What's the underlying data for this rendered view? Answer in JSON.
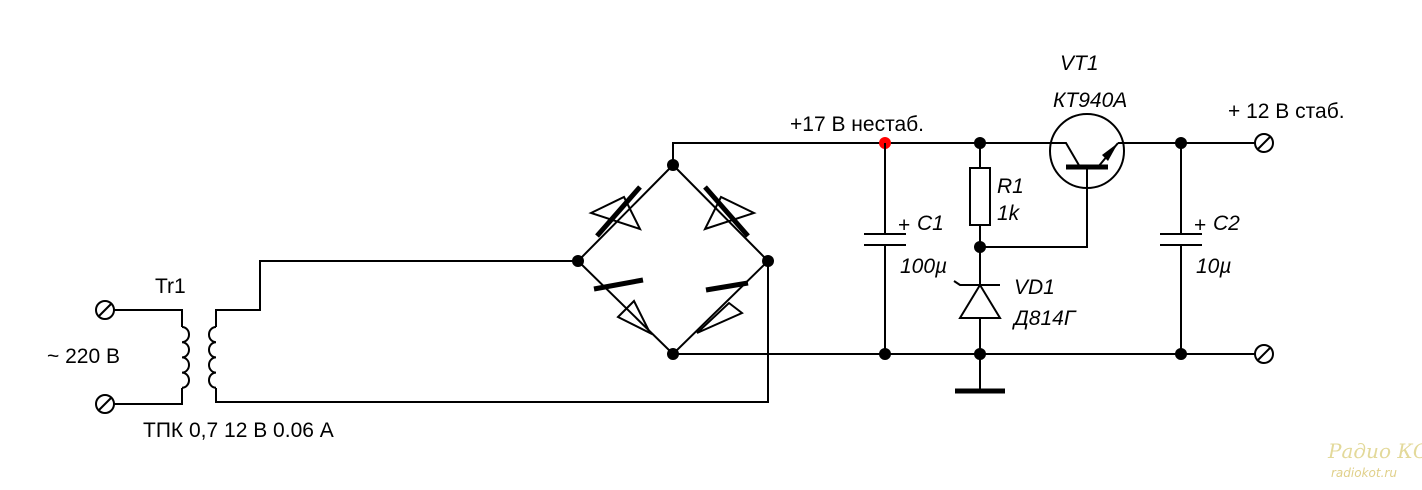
{
  "labels": {
    "mains_voltage": "~ 220 В",
    "transformer_ref": "Tr1",
    "transformer_spec": "ТПК 0,7 12 В 0.06 А",
    "unstab_voltage": "+17 В нестаб.",
    "out_voltage": "+ 12 В стаб.",
    "c1_ref": "C1",
    "c1_value": "100µ",
    "c2_ref": "C2",
    "c2_value": "10µ",
    "r1_ref": "R1",
    "r1_value": "1k",
    "vd1_ref": "VD1",
    "vd1_part": "Д814Г",
    "vt1_ref": "VT1",
    "vt1_part": "КТ940А",
    "plus_sign": "+"
  },
  "watermark": {
    "logo_text": "Радио КОТ",
    "url": "radiokot.ru"
  },
  "colors": {
    "wire": "#000000",
    "test_point": "#ff0000",
    "watermark": "#e3d99a"
  }
}
